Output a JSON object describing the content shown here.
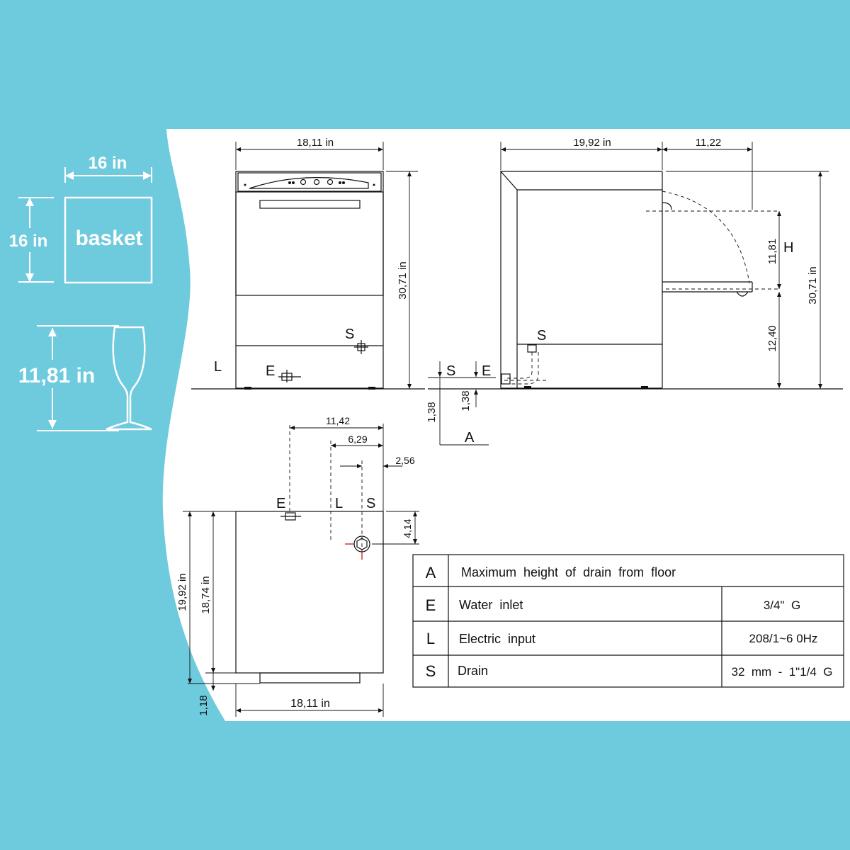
{
  "left_panel": {
    "basket_width": "16 in",
    "basket_depth": "16 in",
    "basket_label": "basket",
    "glass_height": "11,81 in"
  },
  "front_view": {
    "width": "18,11 in",
    "height": "30,71 in",
    "label_L": "L",
    "label_E": "E",
    "label_S": "S"
  },
  "side_view": {
    "depth": "19,92 in",
    "door_extension": "11,22",
    "height": "30,71 in",
    "open_clearance": "11,81",
    "label_H": "H",
    "base_height": "12,40",
    "label_S_top": "S",
    "label_S": "S",
    "label_E": "E",
    "drain_height_1": "1,38",
    "drain_height_2": "1,38",
    "label_A": "A"
  },
  "top_view": {
    "dim_E": "11,42",
    "dim_L": "6,29",
    "dim_S": "2,56",
    "label_E": "E",
    "label_L": "L",
    "label_S": "S",
    "dim_S_depth": "4,14",
    "depth_total": "19,92 in",
    "depth_body": "18,74 in",
    "door_thickness": "1,18",
    "width": "18,11 in"
  },
  "spec_table": {
    "rows": [
      {
        "code": "A",
        "desc": "Maximum  height  of  drain  from  floor",
        "value": ""
      },
      {
        "code": "E",
        "desc": "Water  inlet",
        "value": "3/4\"  G"
      },
      {
        "code": "L",
        "desc": "Electric  input",
        "value": "208/1~6 0Hz"
      },
      {
        "code": "S",
        "desc": "Drain",
        "value": "32  mm  -  1\"1/4  G"
      }
    ]
  },
  "colors": {
    "background": "#6ecadd",
    "paper": "#ffffff",
    "ink": "#111111"
  }
}
